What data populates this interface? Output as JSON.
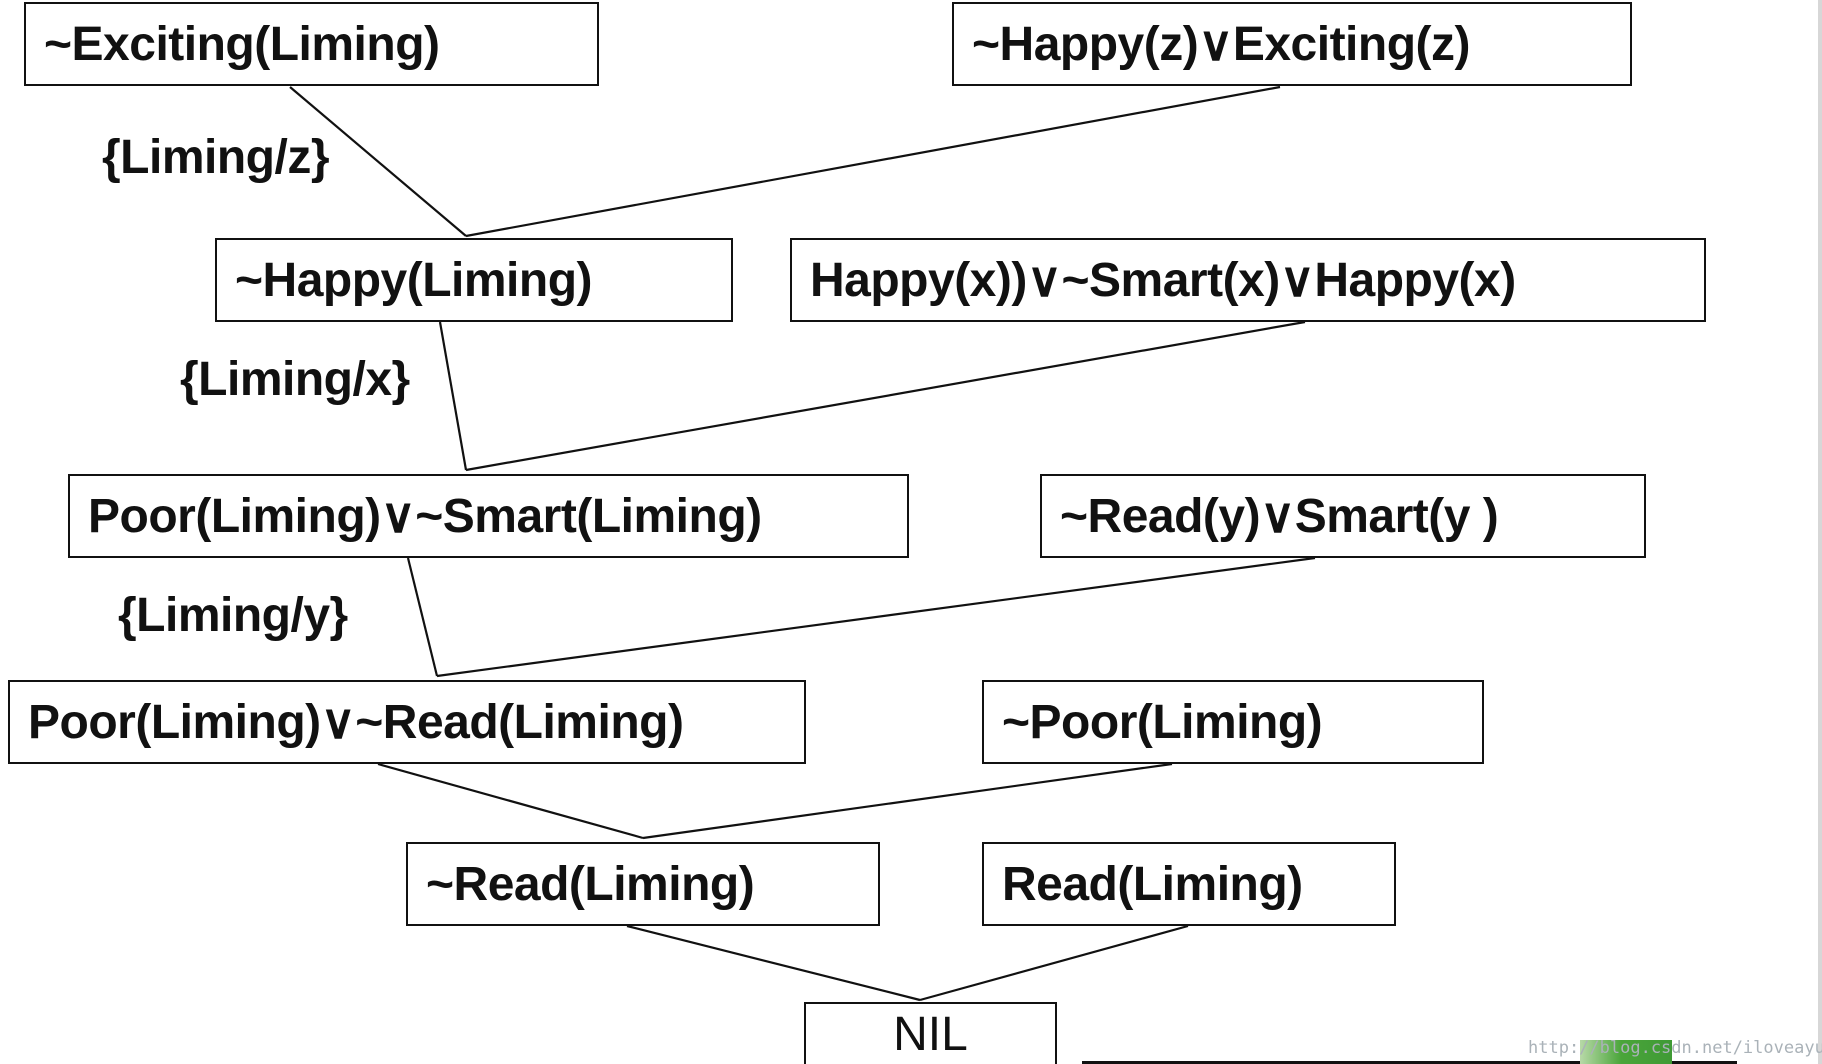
{
  "nodes": {
    "n1": "~Exciting(Liming)",
    "n2": "~Happy(z)∨Exciting(z)",
    "n3": "~Happy(Liming)",
    "n4": "Happy(x))∨~Smart(x)∨Happy(x)",
    "n5": "Poor(Liming)∨~Smart(Liming)",
    "n6": "~Read(y)∨Smart(y )",
    "n7": "Poor(Liming)∨~Read(Liming)",
    "n8": "~Poor(Liming)",
    "n9": "~Read(Liming)",
    "n10": "Read(Liming)",
    "n11": "NIL"
  },
  "substitutions": {
    "s1": "{Liming/z}",
    "s2": "{Liming/x}",
    "s3": "{Liming/y}"
  },
  "watermark": "http://blog.csdn.net/iloveayu",
  "colors": {
    "stroke": "#111111",
    "watermark_text": "#aab2b8",
    "watermark_green": "#4aa53a"
  }
}
